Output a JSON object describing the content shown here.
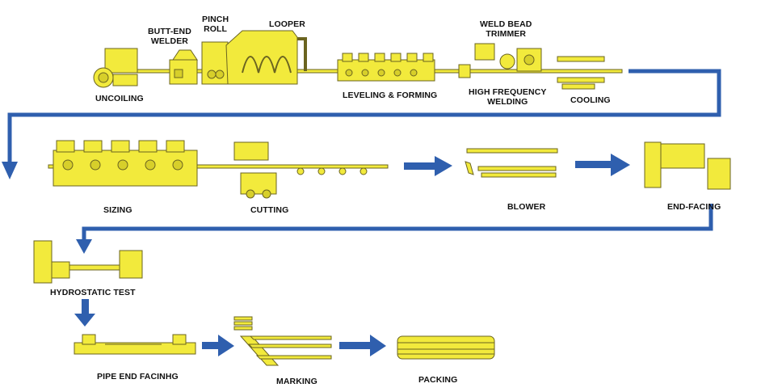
{
  "colors": {
    "machine_fill": "#f2ea3c",
    "machine_stroke": "#6b6420",
    "flow_arrow": "#2f5fae",
    "label_text": "#111111",
    "background": "#ffffff"
  },
  "stages": {
    "uncoiling": "UNCOILING",
    "butt_end_welder": "BUTT-END\nWELDER",
    "pinch_roll": "PINCH\nROLL",
    "looper": "LOOPER",
    "leveling_forming": "LEVELING & FORMING",
    "weld_bead_trimmer": "WELD BEAD\nTRIMMER",
    "high_frequency_welding": "HIGH FREQUENCY\nWELDING",
    "cooling": "COOLING",
    "sizing": "SIZING",
    "cutting": "CUTTING",
    "blower": "BLOWER",
    "end_facing": "END-FACING",
    "hydrostatic_test": "HYDROSTATIC TEST",
    "pipe_end_facing": "PIPE END FACINHG",
    "marking": "MARKING",
    "packing": "PACKING"
  }
}
